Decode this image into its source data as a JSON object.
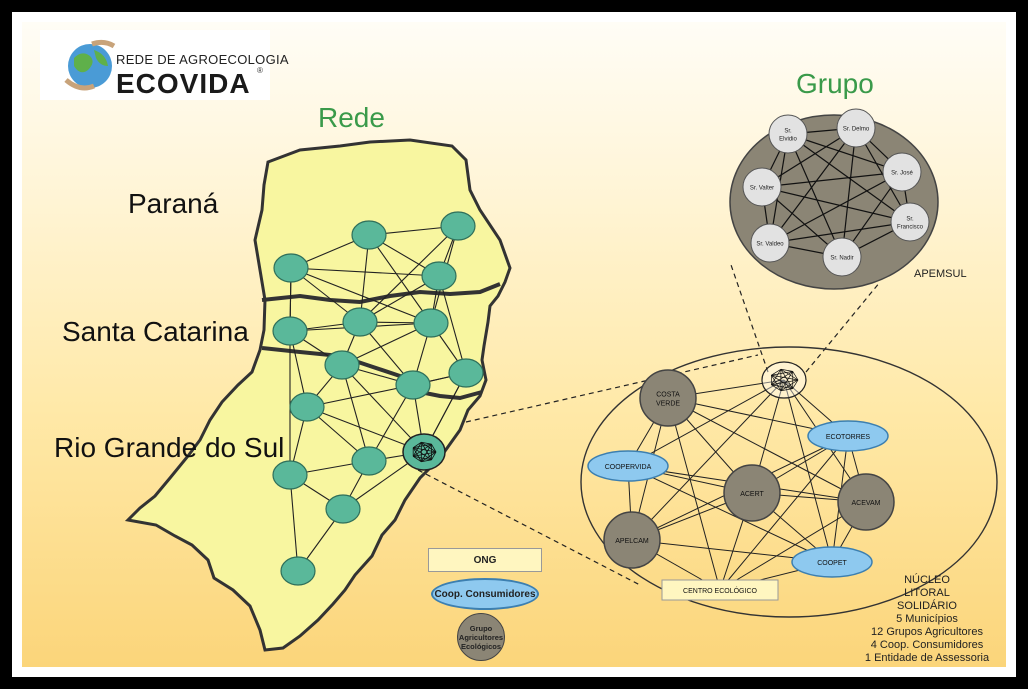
{
  "logo": {
    "top_text": "REDE DE AGROECOLOGIA",
    "main_text": "ECOVIDA",
    "registered": "®"
  },
  "titles": {
    "rede": "Rede",
    "grupo": "Grupo"
  },
  "states": {
    "parana": "Paraná",
    "santa_catarina": "Santa Catarina",
    "rio_grande": "Rio Grande do Sul"
  },
  "grupo_members": [
    "Sr. Elvidio",
    "Sr. Delmo",
    "Sr. José",
    "Sr. Valter",
    "Sr. Francisco",
    "Sr. Valdeo",
    "Sr. Nadir"
  ],
  "grupo_name": "APEMSUL",
  "nucleo_nodes": {
    "costa_verde": "COSTA VERDE",
    "ecotorres": "ECOTORRES",
    "coopervida": "COOPERVIDA",
    "acert": "ACERT",
    "acevam": "ACEVAM",
    "apelcam": "APELCAM",
    "coopet": "COOPET",
    "centro": "CENTRO ECOLÓGICO"
  },
  "legend": {
    "ong": "ONG",
    "coop": "Coop. Consumidores",
    "grupo": [
      "Grupo",
      "Agricultores",
      "Ecológicos"
    ]
  },
  "nucleo_info": [
    "NÚCLEO",
    "LITORAL",
    "SOLIDÁRIO",
    "5 Municípios",
    "12 Grupos Agricultores",
    "4 Coop. Consumidores",
    "1 Entidade de Assessoria"
  ],
  "colors": {
    "node_green": "#5ab89a",
    "map_fill": "#f8f6a0",
    "title_green": "#3a9a4a",
    "grupo_bg": "#8b8575",
    "coop_blue": "#8ec9ef"
  }
}
